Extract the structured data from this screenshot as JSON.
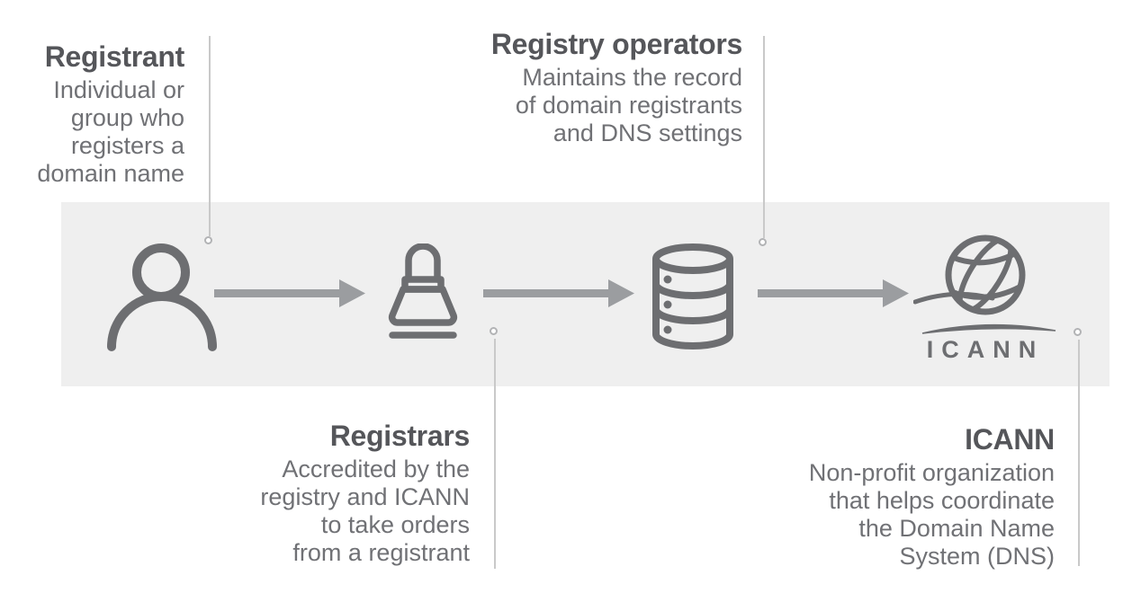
{
  "diagram": {
    "entities": [
      {
        "id": "registrant",
        "title": "Registrant",
        "description_lines": [
          "Individual or",
          "group who",
          "registers a",
          "domain name"
        ],
        "icon": "person-icon"
      },
      {
        "id": "registrars",
        "title": "Registrars",
        "description_lines": [
          "Accredited by the",
          "registry and ICANN",
          "to take orders",
          "from a registrant"
        ],
        "icon": "stamp-icon"
      },
      {
        "id": "registry-operators",
        "title": "Registry operators",
        "description_lines": [
          "Maintains the record",
          "of domain registrants",
          "and DNS settings"
        ],
        "icon": "database-icon"
      },
      {
        "id": "icann",
        "title": "ICANN",
        "description_lines": [
          "Non-profit organization",
          "that helps coordinate",
          "the Domain Name",
          "System (DNS)"
        ],
        "icon": "icann-globe-icon",
        "logo_text": "ICANN"
      }
    ],
    "colors": {
      "band_background": "#efefef",
      "icon_gray": "#6d6e71",
      "arrow_gray": "#9b9da0",
      "title_text": "#55565a",
      "body_text": "#707175",
      "leader_line": "#c9c9c9"
    }
  }
}
